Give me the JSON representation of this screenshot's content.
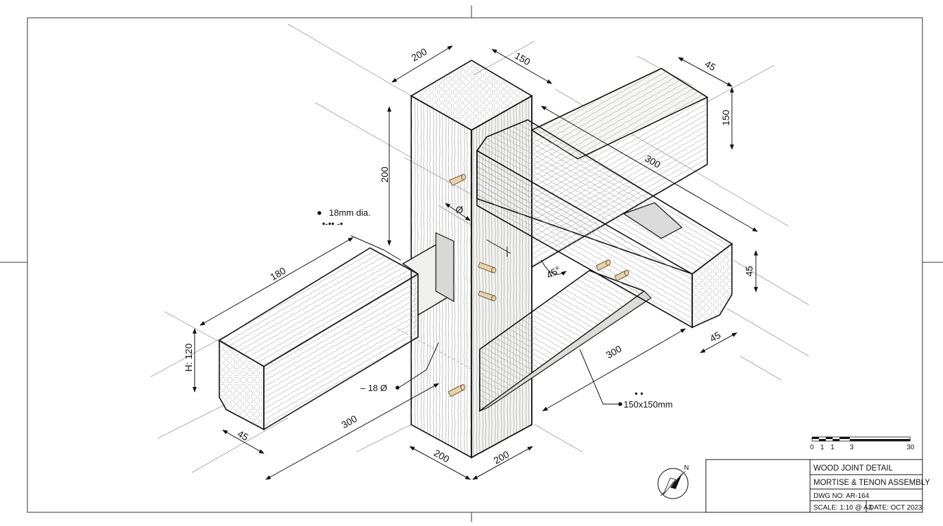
{
  "colors": {
    "ink": "#111111",
    "wood_face": "#f7f7f5",
    "wood_shade": "#ececea",
    "grain": "#9a9a9a",
    "peg": "#e8d3a8",
    "peg_edge": "#6b5a3e",
    "construction": "#9c9c9c"
  },
  "dimensions": {
    "post_top_width": "200",
    "post_top_depth": "150",
    "post_upper_height": "200",
    "beam_right_width": "45",
    "beam_right_height": "150",
    "beam_right_length": "300",
    "beam_right_end_height": "45",
    "beam_right_end_width": "45",
    "brace_angle": "45°",
    "brace_length": "300",
    "left_beam_length": "180",
    "left_beam_height": "H: 120",
    "left_beam_width": "45",
    "left_beam_base_length": "300",
    "post_base_left": "200",
    "post_base_right": "200",
    "mortise_dia_symbol": "Ø"
  },
  "notes": {
    "peg_diameter": "18mm dia.",
    "peg_marks": "•-•• -•",
    "hole_diameter": "– 18 Ø",
    "section": "150x150mm",
    "section_marks": "• •"
  },
  "scale_bar": {
    "labels": [
      "0",
      "1",
      "1",
      "3",
      "30"
    ]
  },
  "title_block": {
    "title": "WOOD JOINT DETAIL",
    "subtitle": "MORTISE & TENON ASSEMBLY",
    "drawing_no": "DWG NO: AR-164",
    "scale": "SCALE: 1:10 @ A3",
    "date": "DATE: OCT 2023"
  },
  "compass": {
    "north_label": "N"
  }
}
